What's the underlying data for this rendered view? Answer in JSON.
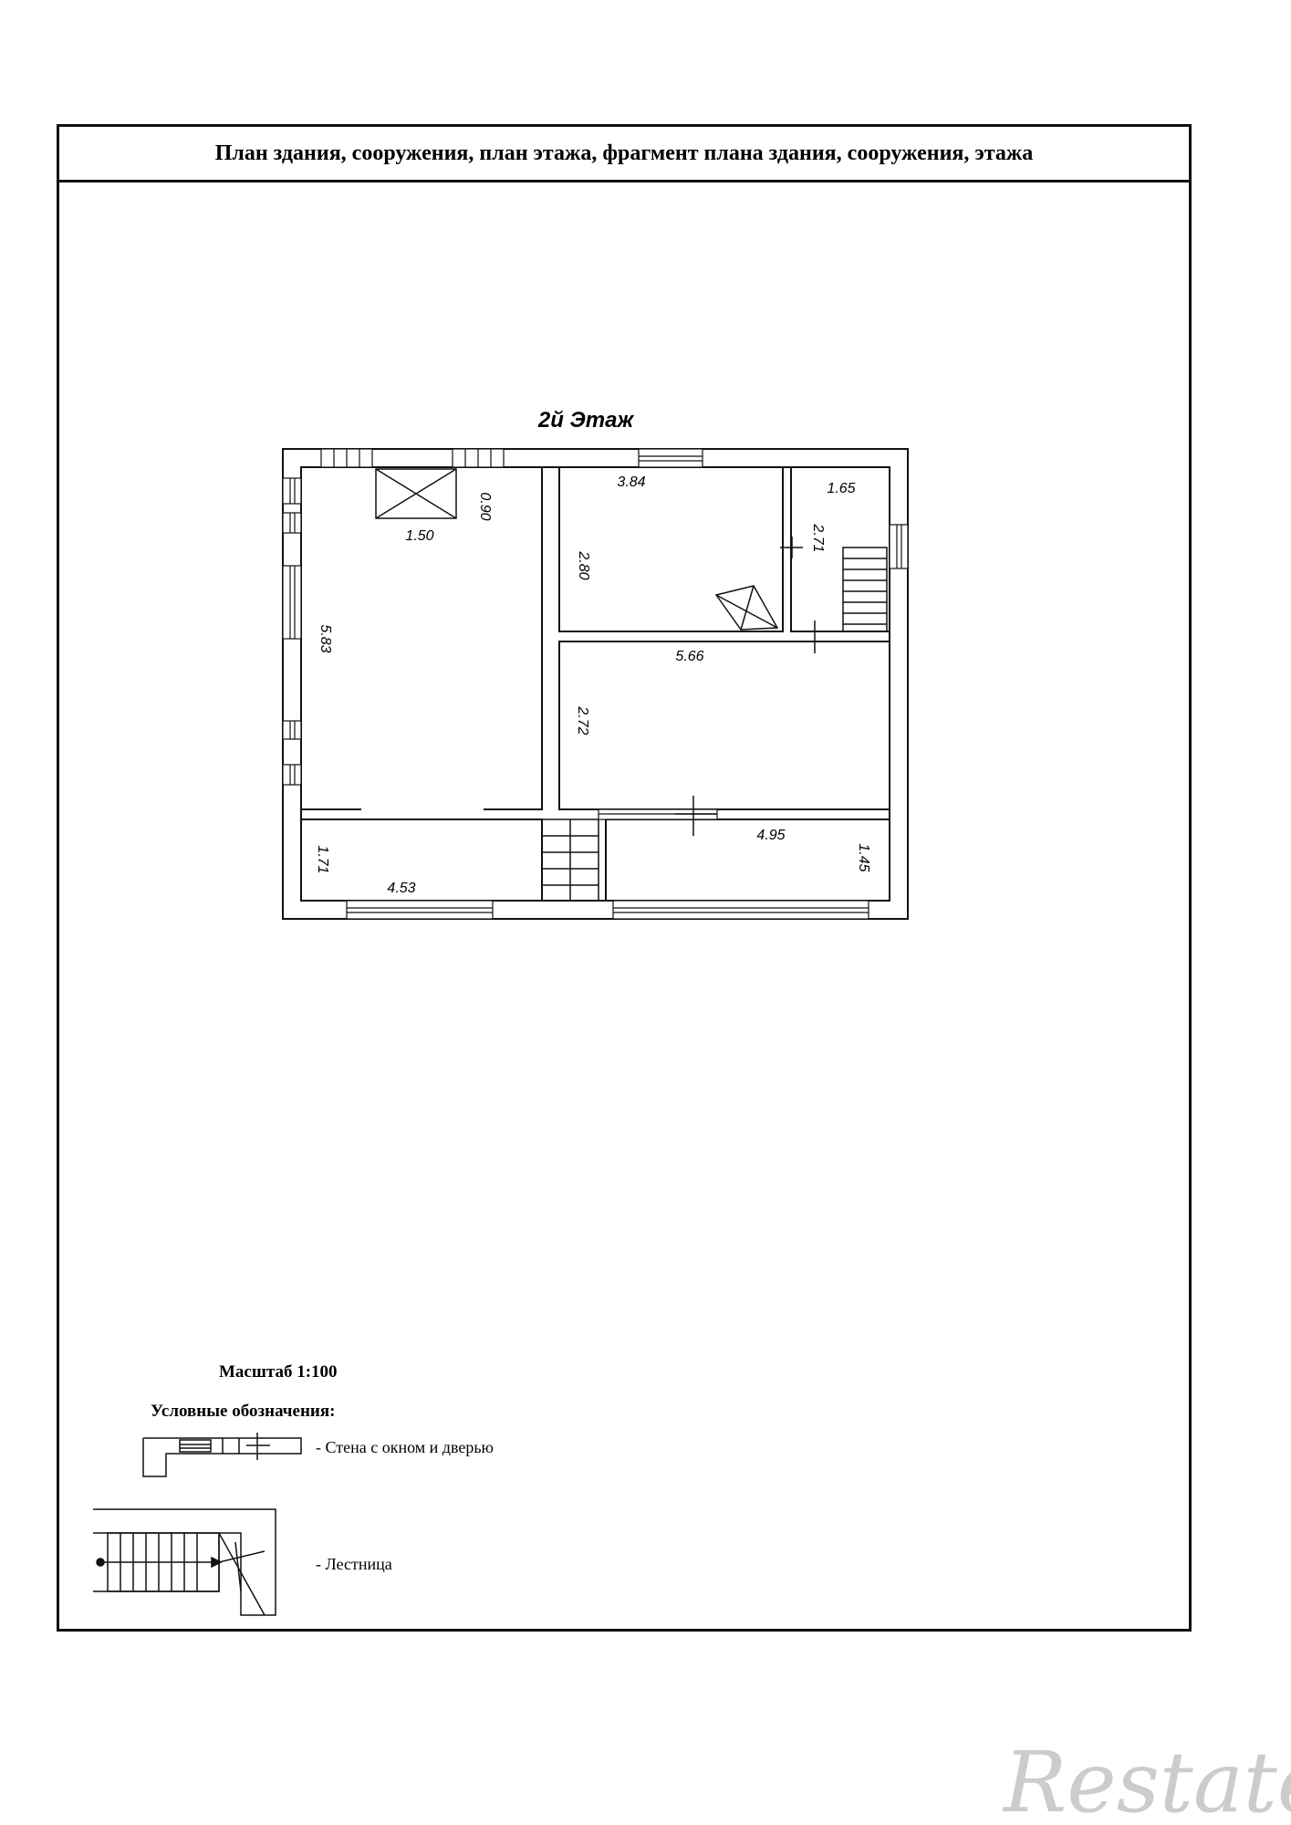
{
  "header": {
    "title": "План здания, сооружения, план этажа, фрагмент плана здания, сооружения, этажа"
  },
  "plan": {
    "floor_title": "2й Этаж",
    "dimensions": {
      "d_0_90": "0.90",
      "d_1_50": "1.50",
      "d_5_83": "5.83",
      "d_3_84": "3.84",
      "d_2_80": "2.80",
      "d_1_65": "1.65",
      "d_2_71": "2.71",
      "d_5_66": "5.66",
      "d_2_72": "2.72",
      "d_4_95": "4.95",
      "d_1_45": "1.45",
      "d_1_71": "1.71",
      "d_4_53": "4.53"
    }
  },
  "legend": {
    "scale": "Масштаб 1:100",
    "title": "Условные обозначения:",
    "wall_label": "- Стена с окном и дверью",
    "stairs_label": "- Лестница"
  },
  "watermark": {
    "text": "Restate"
  }
}
